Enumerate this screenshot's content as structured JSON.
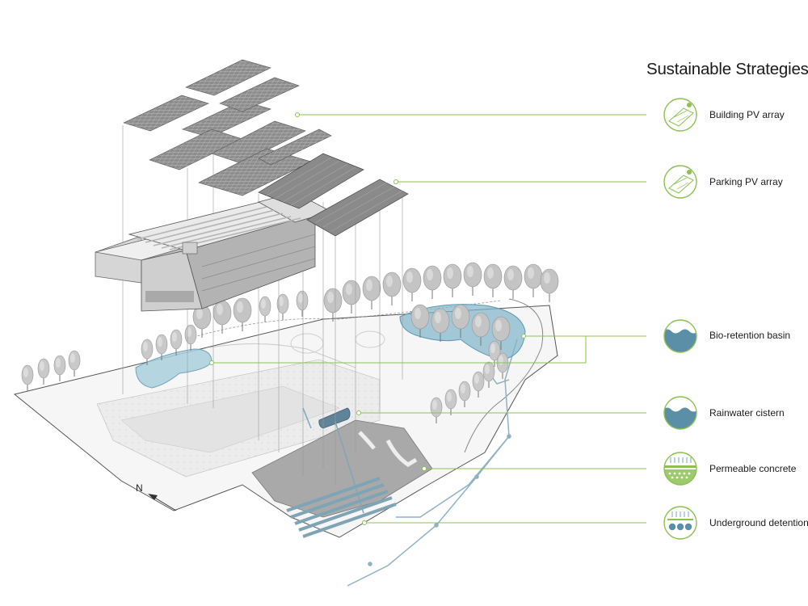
{
  "diagram": {
    "title": "Sustainable Strategies",
    "north_label": "N",
    "accent_color": "#8cc152",
    "water_color": "#5b8fa8",
    "strategies": [
      {
        "label": "Building PV array",
        "icon": "pv-panel-sun-icon"
      },
      {
        "label": "Parking PV array",
        "icon": "pv-panel-sun-icon"
      },
      {
        "label": "Bio-retention basin",
        "icon": "water-wave-icon"
      },
      {
        "label": "Rainwater cistern",
        "icon": "water-wave-icon"
      },
      {
        "label": "Permeable concrete",
        "icon": "permeable-surface-icon"
      },
      {
        "label": "Underground detention",
        "icon": "detention-chambers-icon"
      }
    ]
  }
}
